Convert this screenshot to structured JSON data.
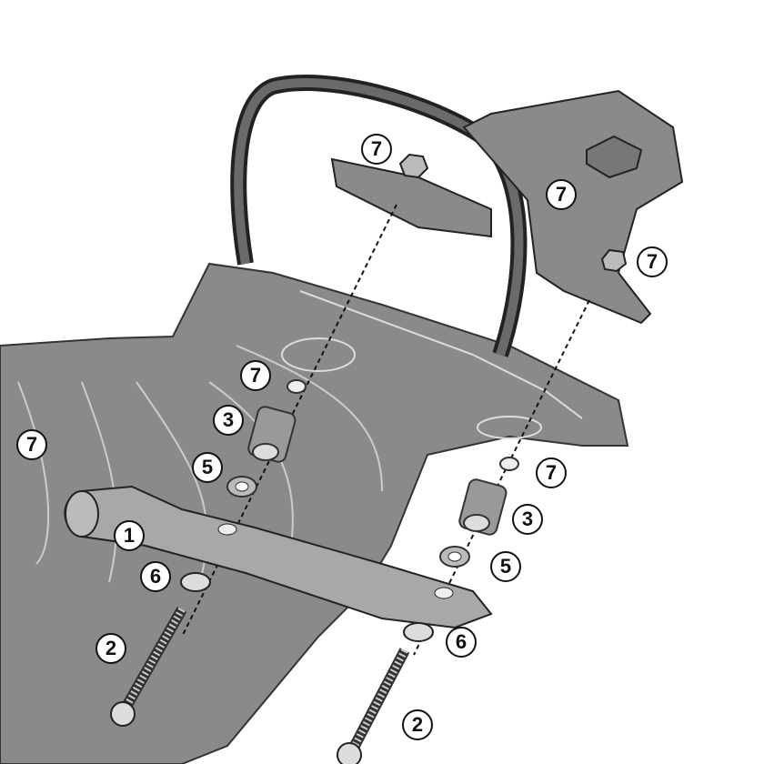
{
  "diagram": {
    "callouts": [
      {
        "id": "c1",
        "label": "7"
      },
      {
        "id": "c2",
        "label": "7"
      },
      {
        "id": "c3",
        "label": "7"
      },
      {
        "id": "c4",
        "label": "7"
      },
      {
        "id": "c5",
        "label": "3"
      },
      {
        "id": "c6",
        "label": "5"
      },
      {
        "id": "c7",
        "label": "7"
      },
      {
        "id": "c8",
        "label": "1"
      },
      {
        "id": "c9",
        "label": "6"
      },
      {
        "id": "c10",
        "label": "2"
      },
      {
        "id": "c11",
        "label": "7"
      },
      {
        "id": "c12",
        "label": "3"
      },
      {
        "id": "c13",
        "label": "5"
      },
      {
        "id": "c14",
        "label": "6"
      },
      {
        "id": "c15",
        "label": "2"
      }
    ]
  }
}
